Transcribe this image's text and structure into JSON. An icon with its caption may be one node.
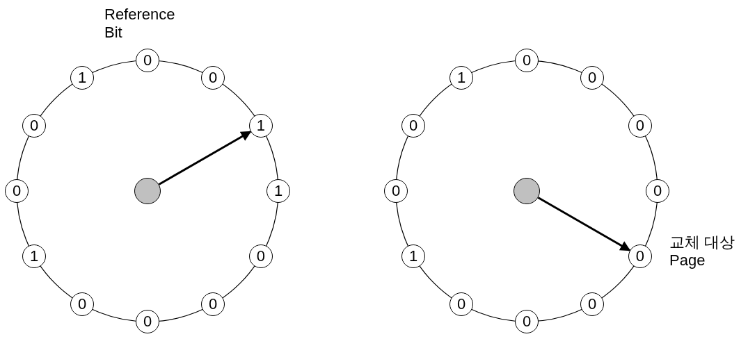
{
  "diagram": {
    "nodes": [
      {
        "text": [
          "0"
        ],
        "beside": [
          "Reference Bit"
        ]
      },
      {
        "text": [
          "0"
        ]
      },
      {
        "text": [
          "1"
        ]
      },
      {
        "text": [
          "1"
        ]
      },
      {
        "text": [
          "0"
        ]
      },
      {
        "text": [
          "0"
        ]
      },
      {
        "text": [
          "0"
        ]
      },
      {
        "text": [
          "0"
        ]
      },
      {
        "text": [
          "1"
        ]
      },
      {
        "text": [
          "0"
        ]
      },
      {
        "text": [
          "0"
        ]
      },
      {
        "text": [
          "1"
        ]
      },
      {
        "text": [],
        "shape": "circle"
      },
      {
        "text": [
          "0"
        ]
      },
      {
        "text": [
          "0"
        ]
      },
      {
        "text": [
          "0"
        ]
      },
      {
        "text": [
          "0"
        ]
      },
      {
        "text": [
          "0"
        ],
        "beside": [
          "교체 대상 Page"
        ]
      },
      {
        "text": [
          "0"
        ]
      },
      {
        "text": [
          "0"
        ]
      },
      {
        "text": [
          "0"
        ]
      },
      {
        "text": [
          "1"
        ]
      },
      {
        "text": [
          "0"
        ]
      },
      {
        "text": [
          "0"
        ]
      },
      {
        "text": [
          "1"
        ]
      },
      {
        "text": [],
        "shape": "circle"
      }
    ],
    "edges": [
      {
        "from": 12,
        "to": 2,
        "arrow": "to"
      },
      {
        "from": 25,
        "to": 17,
        "arrow": "to"
      }
    ]
  }
}
